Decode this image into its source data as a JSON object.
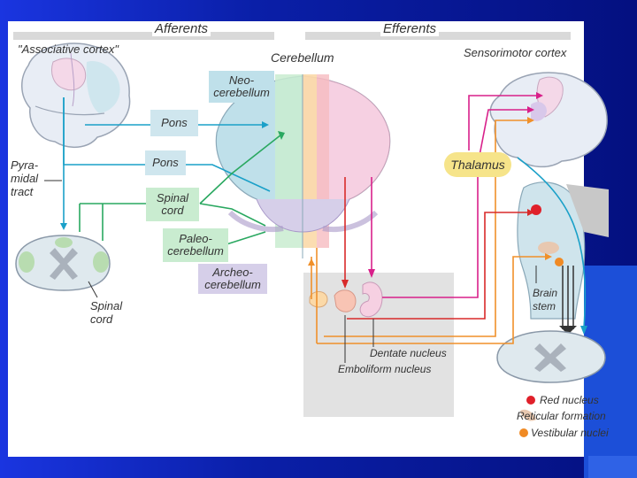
{
  "headers": {
    "afferents": "Afferents",
    "efferents": "Efferents"
  },
  "labels": {
    "associative_cortex": "\"Associative cortex\"",
    "cerebellum": "Cerebellum",
    "sensorimotor_cortex": "Sensorimotor cortex",
    "pyramidal_tract": "Pyra-\nmidal\ntract",
    "spinal_cord_left": "Spinal\ncord",
    "brain_stem": "Brain\nstem",
    "dentate_nucleus": "Dentate nucleus",
    "emboliform_nucleus": "Emboliform nucleus"
  },
  "boxes": {
    "neocerebellum": "Neo-\ncerebellum",
    "pons1": "Pons",
    "pons2": "Pons",
    "spinal_cord": "Spinal\ncord",
    "paleocerebellum": "Paleo-\ncerebellum",
    "archeocerebellum": "Archeo-\ncerebellum",
    "thalamus": "Thalamus"
  },
  "legend": [
    {
      "label": "Red nucleus",
      "color": "#e0202a"
    },
    {
      "label": "Reticular formation",
      "color": "#e8c8b0"
    },
    {
      "label": "Vestibular nuclei",
      "color": "#f08a24"
    }
  ],
  "colors": {
    "afferent_blue": "#1aa0c8",
    "afferent_green": "#2aa860",
    "efferent_pink": "#d8208a",
    "efferent_red": "#d82a2a",
    "efferent_orange": "#f0902a",
    "neo_fill": "#bfe0ea",
    "paleo_fill": "#c9ecd0",
    "archeo_fill": "#d6cfe9",
    "thalamus_fill": "#f6e48a"
  }
}
